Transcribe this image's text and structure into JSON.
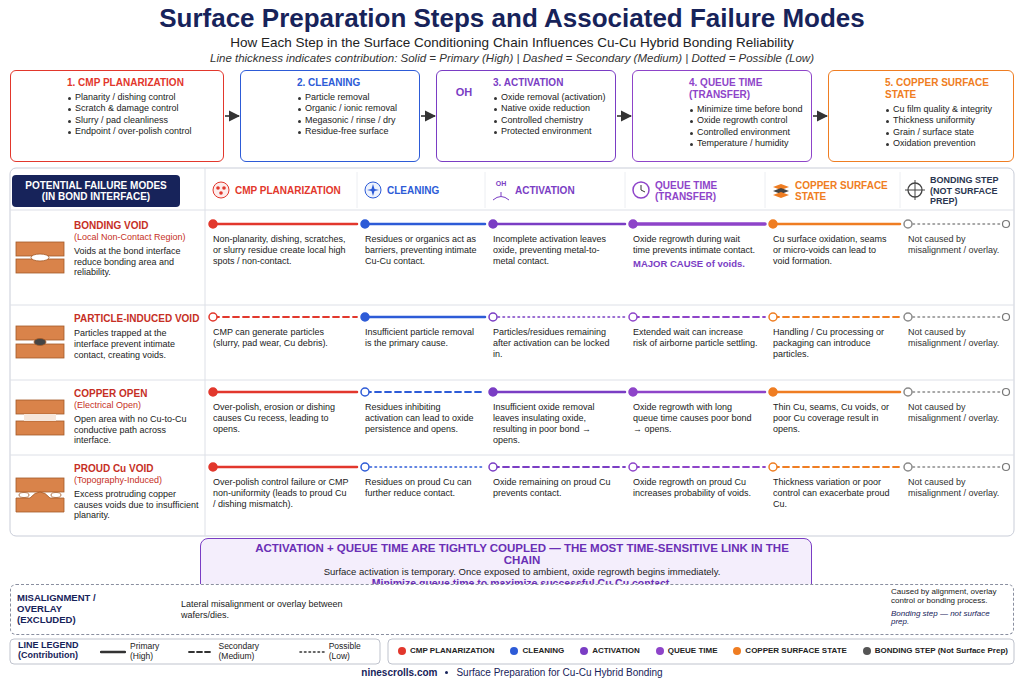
{
  "diagram": {
    "title": "Surface Preparation Steps and Associated Failure Modes",
    "nodes": [
      {
        "text": [
          "1. CMP PLANARIZATION",
          "Planarity / dishing control",
          "Scratch & damage control",
          "Slurry / pad cleanliness",
          "Endpoint / over-polish control"
        ]
      },
      {
        "text": [
          "2. CLEANING",
          "Particle removal",
          "Organic / ionic removal",
          "Megasonic / rinse / dry",
          "Residue-free surface"
        ]
      },
      {
        "text": [
          "3. ACTIVATION",
          "Oxide removal (activation)",
          "Native oxide reduction",
          "Controlled chemistry",
          "Protected environment"
        ]
      },
      {
        "text": [
          "4. QUEUE TIME (TRANSFER)",
          "Minimize time before bond",
          "Oxide regrowth control",
          "Controlled environment",
          "Temperature / humidity"
        ]
      },
      {
        "text": [
          "5. COPPER SURFACE STATE",
          "Cu film quality & integrity",
          "Thickness uniformity",
          "Grain / surface state",
          "Oxidation prevention"
        ]
      },
      {
        "text": [
          "POTENTIAL FAILURE MODES (IN BOND INTERFACE)"
        ]
      },
      {
        "text": [
          "ACTIVATION + QUEUE TIME ARE TIGHTLY COUPLED — THE MOST TIME-SENSITIVE LINK IN THE CHAIN",
          "Surface activation is temporary. Once exposed to ambient, oxide regrowth begins immediately.",
          "Minimize queue time to maximize successful Cu-Cu contact."
        ]
      },
      {
        "text": [
          "MISALIGNMENT / OVERLAY (EXCLUDED)",
          "Lateral misalignment or overlay between wafers/dies.",
          "Caused by alignment, overlay control or bonding process.",
          "Bonding step — not surface prep."
        ]
      }
    ],
    "edges": [
      {
        "from": 0,
        "to": 1,
        "arrow": "to"
      },
      {
        "from": 1,
        "to": 2,
        "arrow": "to"
      },
      {
        "from": 2,
        "to": 3,
        "arrow": "to"
      },
      {
        "from": 3,
        "to": 4,
        "arrow": "to"
      }
    ],
    "labels": [
      "How Each Step in the Surface Conditioning Chain Influences Cu-Cu Hybrid Bonding Reliability",
      "Line thickness indicates contribution: Solid = Primary (High) | Dashed = Secondary (Medium) | Dotted = Possible (Low)",
      "CMP PLANARIZATION",
      "CLEANING",
      "ACTIVATION",
      "QUEUE TIME (TRANSFER)",
      "COPPER SURFACE STATE",
      "BONDING STEP (NOT SURFACE PREP)",
      "BONDING VOID",
      "(Local Non-Contact Region)",
      "Voids at the bond interface reduce bonding area and reliability.",
      "Non-planarity, dishing, scratches, or slurry residue create local high spots / non-contact.",
      "Residues or organics act as barriers, preventing intimate Cu-Cu contact.",
      "Incomplete activation leaves oxide, preventing metal-to-metal contact.",
      "Oxide regrowth during wait time prevents intimate contact.",
      "MAJOR CAUSE of voids.",
      "Cu surface oxidation, seams or micro-voids can lead to void formation.",
      "Not caused by misalignment / overlay.",
      "PARTICLE-INDUCED VOID",
      "Particles trapped at the interface prevent intimate contact, creating voids.",
      "CMP can generate particles (slurry, pad wear, Cu debris).",
      "Insufficient particle removal is the primary cause.",
      "Particles/residues remaining after activation can be locked in.",
      "Extended wait can increase risk of airborne particle settling.",
      "Handling / Cu processing or packaging can introduce particles.",
      "Not caused by misalignment / overlay.",
      "COPPER OPEN",
      "(Electrical Open)",
      "Open area with no Cu-to-Cu conductive path across interface.",
      "Over-polish, erosion or dishing causes Cu recess, leading to opens.",
      "Residues inhibiting activation can lead to oxide persistence and opens.",
      "Insufficient oxide removal leaves insulating oxide, resulting in poor bond → opens.",
      "Oxide regrowth with long queue time causes poor bond → opens.",
      "Thin Cu, seams, Cu voids, or poor Cu coverage result in opens.",
      "Not caused by misalignment / overlay.",
      "PROUD Cu VOID",
      "(Topography-Induced)",
      "Excess protruding copper causes voids due to insufficient planarity.",
      "Over-polish control failure or CMP non-uniformity (leads to proud Cu / dishing mismatch).",
      "Residues on proud Cu can further reduce contact.",
      "Oxide remaining on proud Cu prevents contact.",
      "Oxide regrowth on proud Cu increases probability of voids.",
      "Thickness variation or poor control can exacerbate proud Cu.",
      "Not caused by misalignment / overlay.",
      "LINE LEGEND (Contribution)",
      "ninescrolls.com",
      "Surface Preparation for Cu-Cu Hybrid Bonding",
      "OH",
      "OH"
    ],
    "legend": [
      {
        "text": "Primary (High)"
      },
      {
        "text": "Secondary (Medium)"
      },
      {
        "text": "Possible (Low)"
      },
      {
        "text": "CMP PLANARIZATION",
        "color": "#e2372c"
      },
      {
        "text": "CLEANING",
        "color": "#2d5bd7"
      },
      {
        "text": "ACTIVATION",
        "color": "#7a3dc4"
      },
      {
        "text": "QUEUE TIME",
        "color": "#8e44c9"
      },
      {
        "text": "COPPER SURFACE STATE",
        "color": "#ef7d22"
      },
      {
        "text": "BONDING STEP (Not Surface Prep)",
        "color": "#555555"
      }
    ]
  }
}
